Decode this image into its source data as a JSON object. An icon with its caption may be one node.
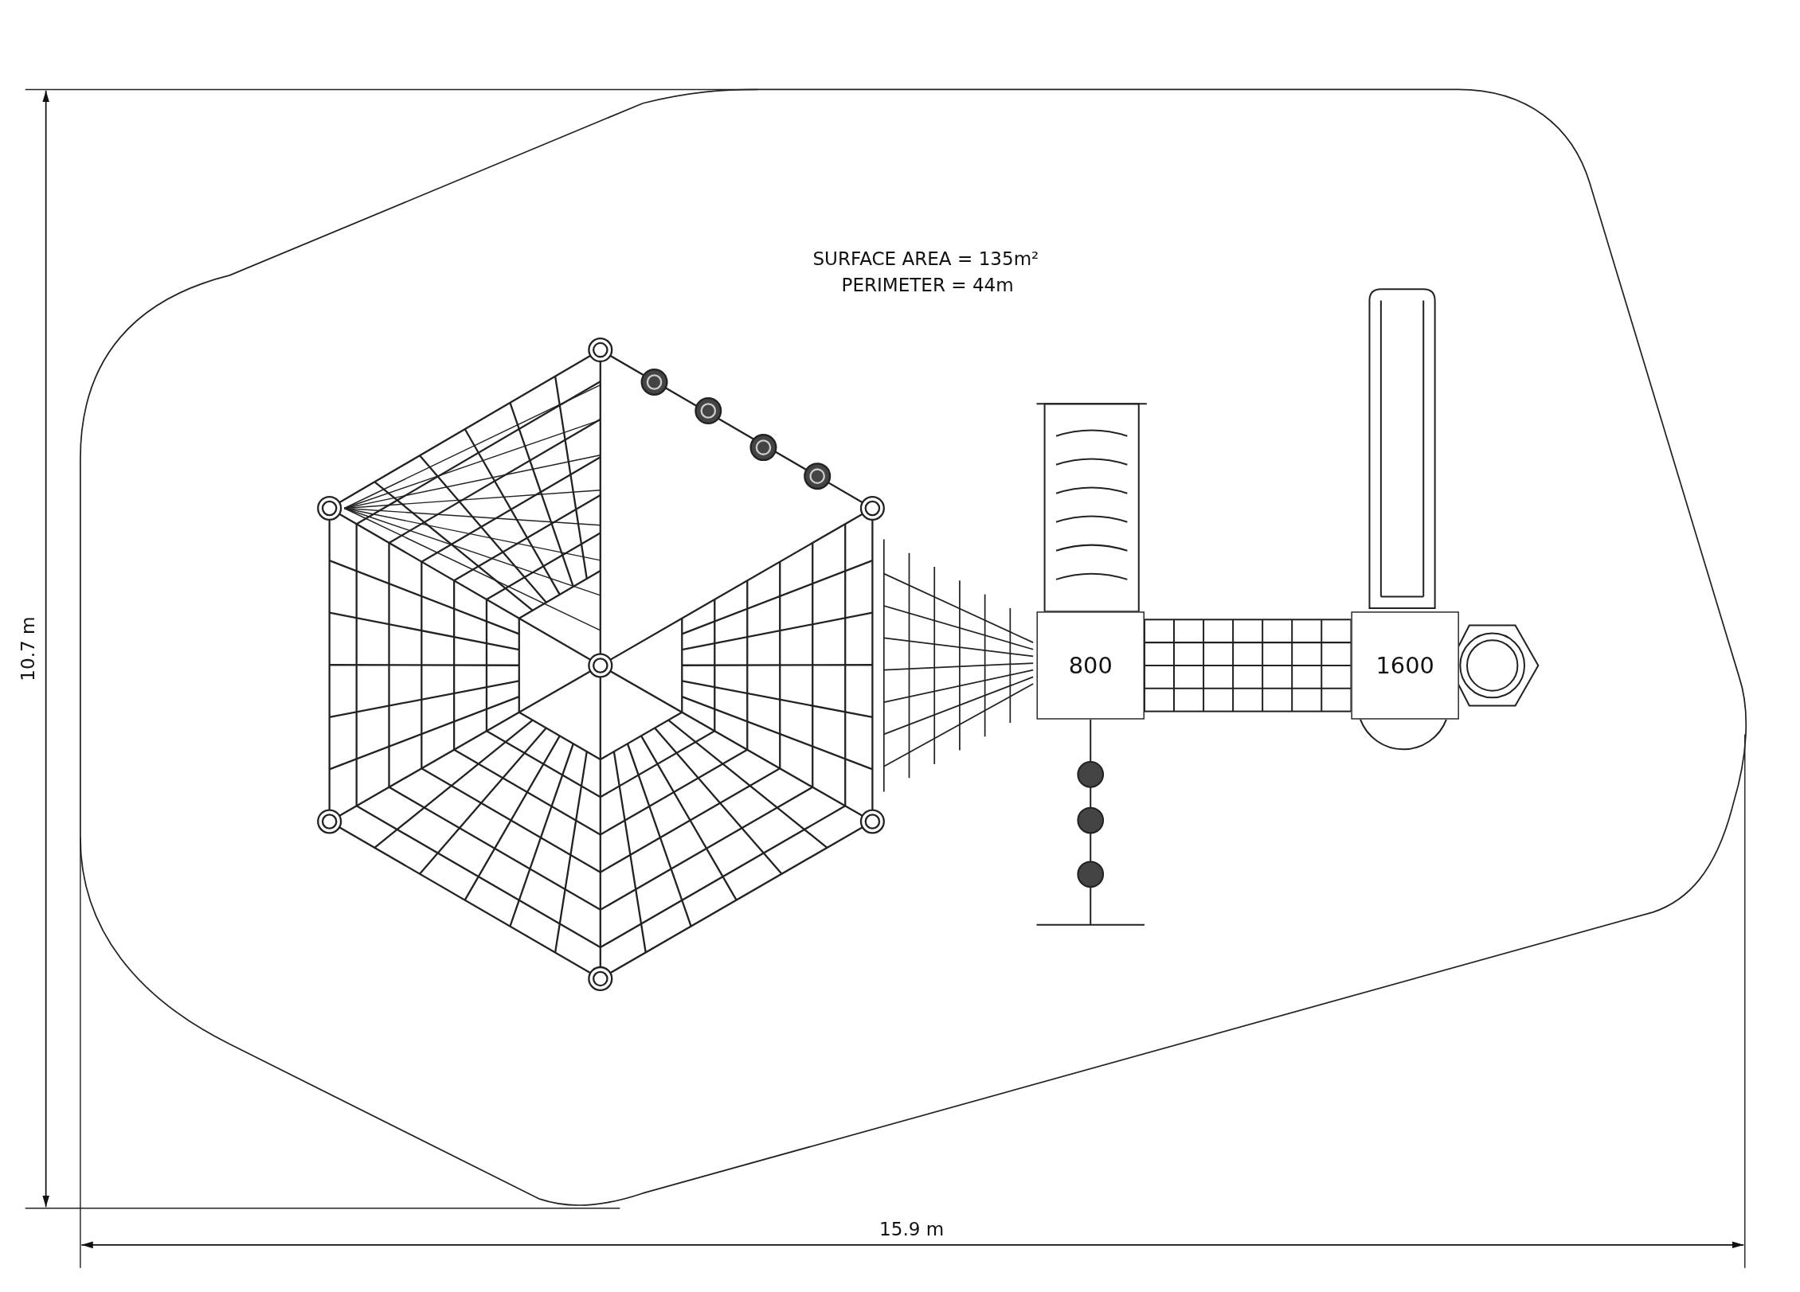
{
  "diagram": {
    "nodes": [
      {
        "text": [
          "800"
        ]
      },
      {
        "text": [
          "1600"
        ]
      }
    ],
    "labels": [
      "SURFACE AREA = 135m²",
      "PERIMETER = 44m",
      "10.7 m",
      "15.9 m"
    ]
  }
}
